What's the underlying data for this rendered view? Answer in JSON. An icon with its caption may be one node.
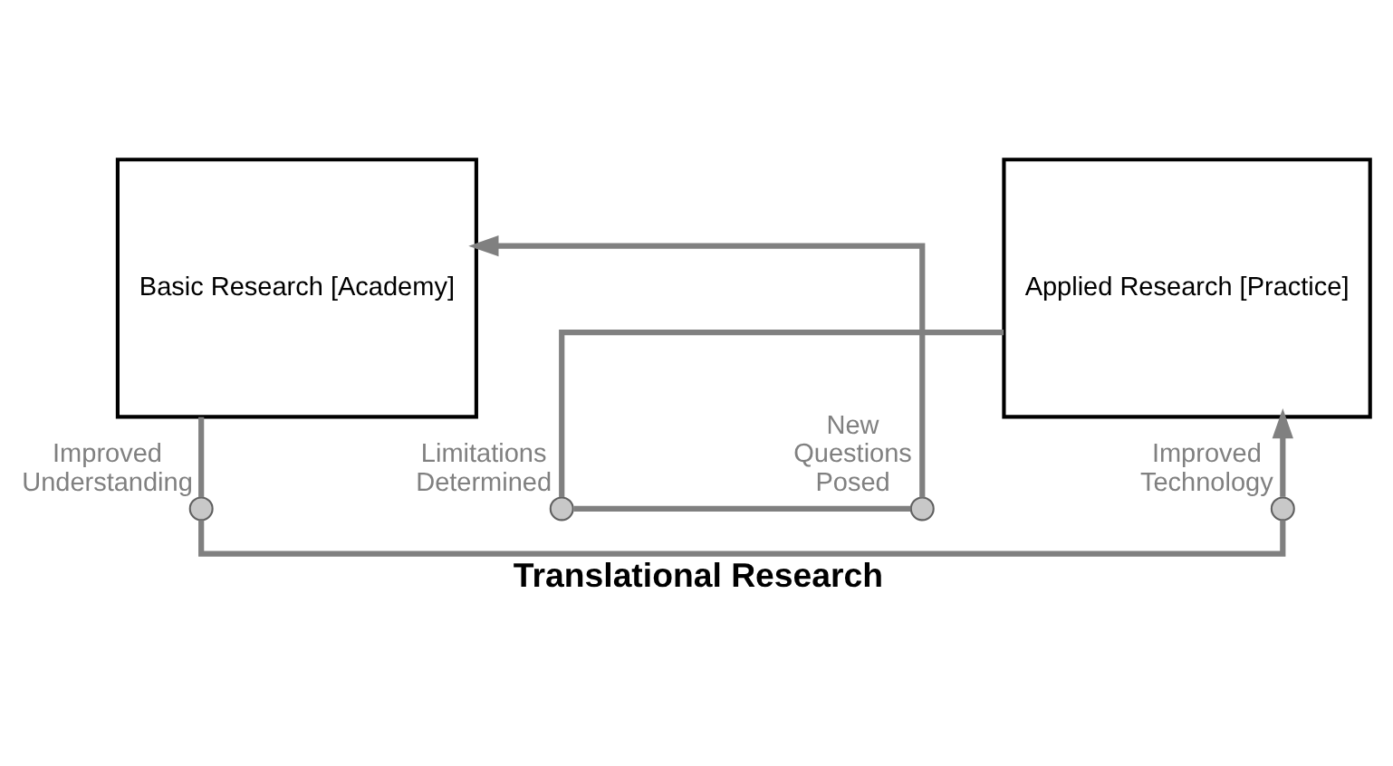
{
  "diagram": {
    "title": "Translational Research",
    "nodes": [
      {
        "text": [
          "Basic Research [Academy]"
        ]
      },
      {
        "text": [
          "Applied Research [Practice]"
        ]
      },
      {
        "text": [],
        "shape": "circle",
        "beside": [
          "Improved Understanding"
        ]
      },
      {
        "text": [],
        "shape": "circle",
        "beside": [
          "Improved Technology"
        ]
      },
      {
        "text": [],
        "shape": "circle",
        "beside": [
          "Limitations Determined"
        ]
      },
      {
        "text": [],
        "shape": "circle",
        "beside": [
          "New Questions Posed"
        ]
      }
    ],
    "edges": [
      {
        "from": 0,
        "to": 2,
        "arrow": "none"
      },
      {
        "from": 2,
        "to": 3,
        "arrow": "none"
      },
      {
        "from": 3,
        "to": 1,
        "arrow": "to"
      },
      {
        "from": 1,
        "to": 4,
        "arrow": "none"
      },
      {
        "from": 4,
        "to": 5,
        "arrow": "none"
      },
      {
        "from": 5,
        "to": 0,
        "arrow": "to"
      }
    ]
  }
}
